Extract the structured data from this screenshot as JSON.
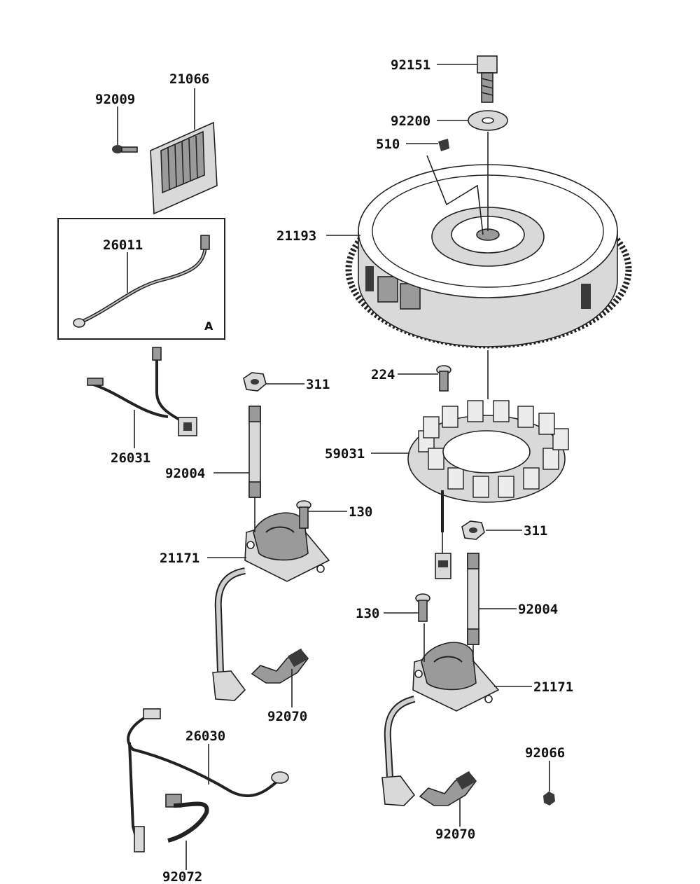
{
  "labels": {
    "l92151": "92151",
    "l92200": "92200",
    "l510": "510",
    "l21193": "21193",
    "l21066": "21066",
    "l92009": "92009",
    "l26011": "26011",
    "inset_letter": "A",
    "l26031": "26031",
    "l311_a": "311",
    "l92004_a": "92004",
    "l224": "224",
    "l59031": "59031",
    "l130_a": "130",
    "l21171_a": "21171",
    "l311_b": "311",
    "l130_b": "130",
    "l92004_b": "92004",
    "l92070_a": "92070",
    "l21171_b": "21171",
    "l26030": "26030",
    "l92066": "92066",
    "l92070_b": "92070",
    "l92072": "92072"
  }
}
